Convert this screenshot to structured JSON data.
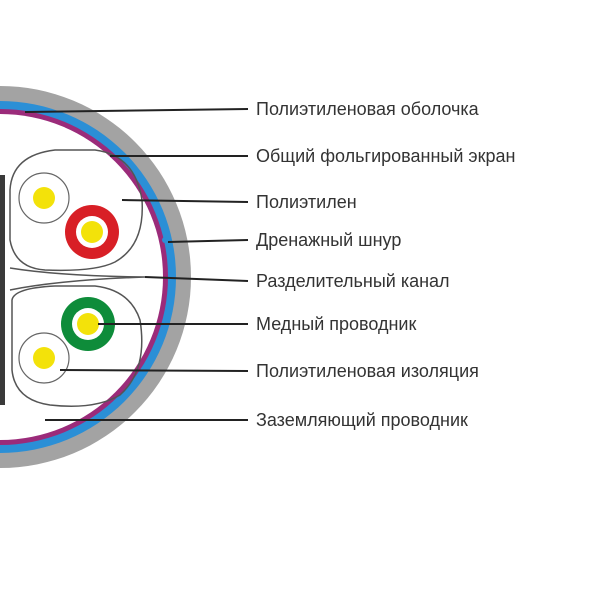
{
  "labels": [
    "Полиэтиленовая оболочка",
    "Общий фольгированный экран",
    "Полиэтилен",
    "Дренажный шнур",
    "Разделительный канал",
    "Медный проводник",
    "Полиэтиленовая изоляция",
    "Заземляющий проводник"
  ],
  "colors": {
    "sheath": "#a3a3a3",
    "foil_screen": "#2b8fd6",
    "inner_layer": "#9b2b7a",
    "conductor": "#f3e20a",
    "insulation_red": "#d81f26",
    "insulation_green": "#0e8c3a",
    "leader_line": "#222222",
    "text": "#333333"
  }
}
